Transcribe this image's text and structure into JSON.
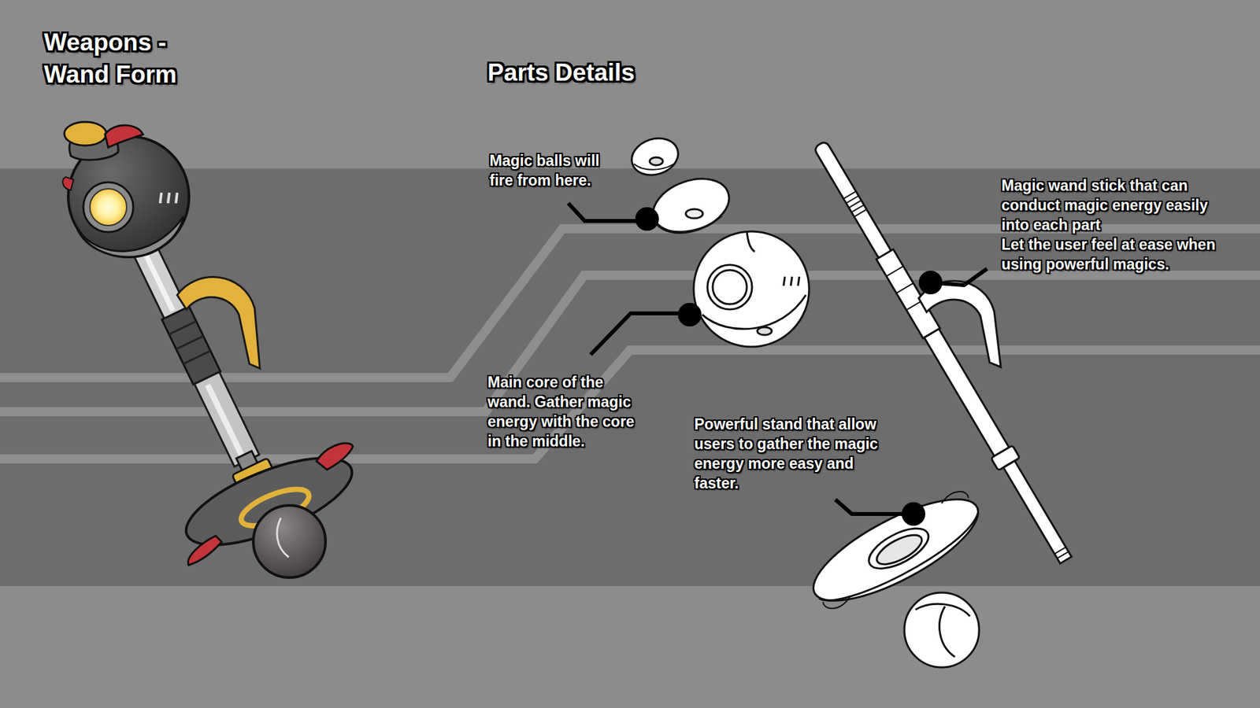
{
  "diagram": {
    "title": "Weapons - Wand Form",
    "labels": [
      "Parts Details",
      "Magic balls will fire from here.",
      "Main core of the wand. Gather magic energy with the core in the middle.",
      "Powerful stand that allow users to gather the magic energy more easy and faster.",
      "Magic wand stick that can conduct magic energy easily into each part",
      "Let the user feel at ease when using powerful magics."
    ]
  }
}
